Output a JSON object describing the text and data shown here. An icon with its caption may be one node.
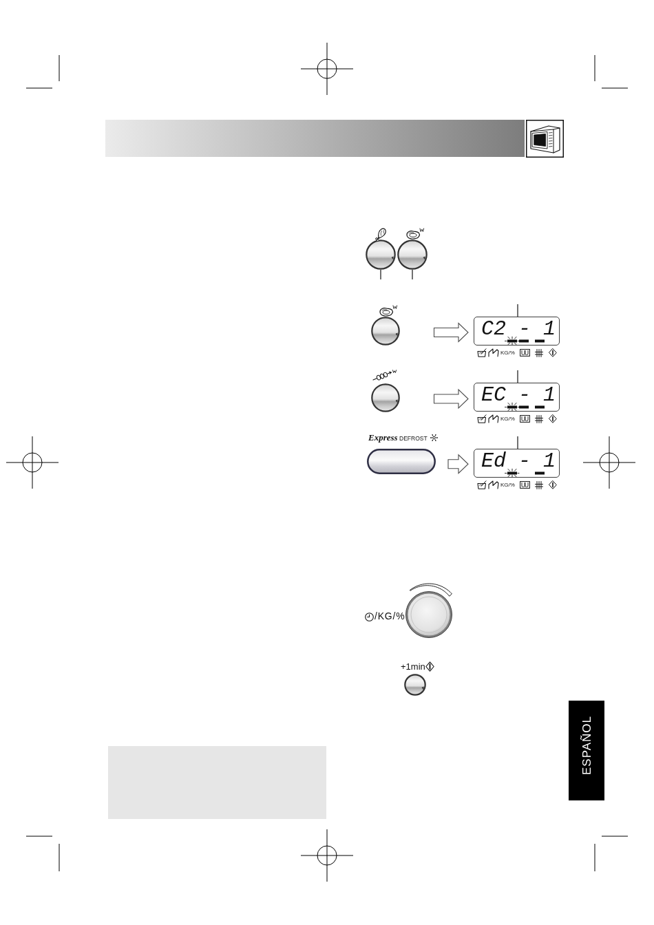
{
  "diagram": {
    "nodes": [
      {
        "text": [],
        "shape": "circle"
      },
      {
        "text": [],
        "shape": "circle"
      },
      {
        "text": [],
        "shape": "circle"
      },
      {
        "text": [
          "C2 - 1"
        ],
        "beside": [
          "KG/%"
        ]
      },
      {
        "text": [],
        "shape": "circle"
      },
      {
        "text": [
          "EC - 1"
        ],
        "beside": [
          "KG/%"
        ]
      },
      {
        "text": [
          "*Express* DEFROST"
        ]
      },
      {
        "text": [
          "Ed - 1"
        ],
        "beside": [
          "KG/%"
        ]
      },
      {
        "text": [
          "/KG/%"
        ]
      },
      {
        "text": [
          "+1min"
        ]
      },
      {
        "text": [
          "ESPAÑOL"
        ]
      }
    ],
    "edges": [
      {
        "from": null,
        "to": 0,
        "arrow": "none"
      },
      {
        "from": null,
        "to": 1,
        "arrow": "none"
      },
      {
        "from": 2,
        "to": 3,
        "arrow": "to"
      },
      {
        "from": null,
        "to": 3,
        "arrow": "none"
      },
      {
        "from": 4,
        "to": 5,
        "arrow": "to"
      },
      {
        "from": null,
        "to": 5,
        "arrow": "none"
      },
      {
        "from": 6,
        "to": 7,
        "arrow": "to"
      },
      {
        "from": null,
        "to": 7,
        "arrow": "none"
      }
    ]
  }
}
